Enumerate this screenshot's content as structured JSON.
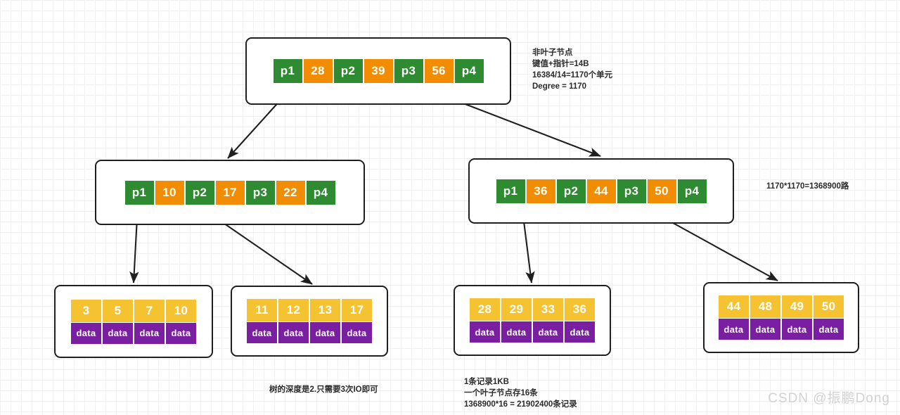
{
  "diagram": {
    "title": "B+Tree index structure diagram",
    "colors": {
      "pointer_cell": "#2f8b31",
      "key_cell": "#f28c00",
      "leaf_value_cell": "#f5c232",
      "leaf_data_cell": "#7b1fa2",
      "node_border": "#1f1f1f",
      "edge": "#1f1f1f",
      "grid_minor": "#f0f0f0",
      "grid_major": "#e3e3e3",
      "watermark": "#d2d2d2"
    },
    "root": {
      "name": "root-node",
      "cells": [
        {
          "type": "ptr",
          "label": "p1"
        },
        {
          "type": "key",
          "label": "28"
        },
        {
          "type": "ptr",
          "label": "p2"
        },
        {
          "type": "key",
          "label": "39"
        },
        {
          "type": "ptr",
          "label": "p3"
        },
        {
          "type": "key",
          "label": "56"
        },
        {
          "type": "ptr",
          "label": "p4"
        }
      ]
    },
    "internal_nodes": [
      {
        "name": "internal-node-left",
        "cells": [
          {
            "type": "ptr",
            "label": "p1"
          },
          {
            "type": "key",
            "label": "10"
          },
          {
            "type": "ptr",
            "label": "p2"
          },
          {
            "type": "key",
            "label": "17"
          },
          {
            "type": "ptr",
            "label": "p3"
          },
          {
            "type": "key",
            "label": "22"
          },
          {
            "type": "ptr",
            "label": "p4"
          }
        ]
      },
      {
        "name": "internal-node-right",
        "cells": [
          {
            "type": "ptr",
            "label": "p1"
          },
          {
            "type": "key",
            "label": "36"
          },
          {
            "type": "ptr",
            "label": "p2"
          },
          {
            "type": "key",
            "label": "44"
          },
          {
            "type": "ptr",
            "label": "p3"
          },
          {
            "type": "key",
            "label": "50"
          },
          {
            "type": "ptr",
            "label": "p4"
          }
        ]
      }
    ],
    "leaf_nodes": [
      {
        "name": "leaf-node-1",
        "keys": [
          "3",
          "5",
          "7",
          "10"
        ],
        "data": [
          "data",
          "data",
          "data",
          "data"
        ]
      },
      {
        "name": "leaf-node-2",
        "keys": [
          "11",
          "12",
          "13",
          "17"
        ],
        "data": [
          "data",
          "data",
          "data",
          "data"
        ]
      },
      {
        "name": "leaf-node-3",
        "keys": [
          "28",
          "29",
          "33",
          "36"
        ],
        "data": [
          "data",
          "data",
          "data",
          "data"
        ]
      },
      {
        "name": "leaf-node-4",
        "keys": [
          "44",
          "48",
          "49",
          "50"
        ],
        "data": [
          "data",
          "data",
          "data",
          "data"
        ]
      }
    ],
    "annotations": {
      "nonleaf": "非叶子节点\n键值+指针=14B\n16384/14=1170个单元\nDegree = 1170",
      "fanout": "1170*1170=1368900路",
      "depth": "树的深度是2.只需要3次IO即可",
      "records": "1条记录1KB\n一个叶子节点存16条\n1368900*16 = 21902400条记录"
    },
    "watermark": "CSDN @振鹏Dong"
  }
}
